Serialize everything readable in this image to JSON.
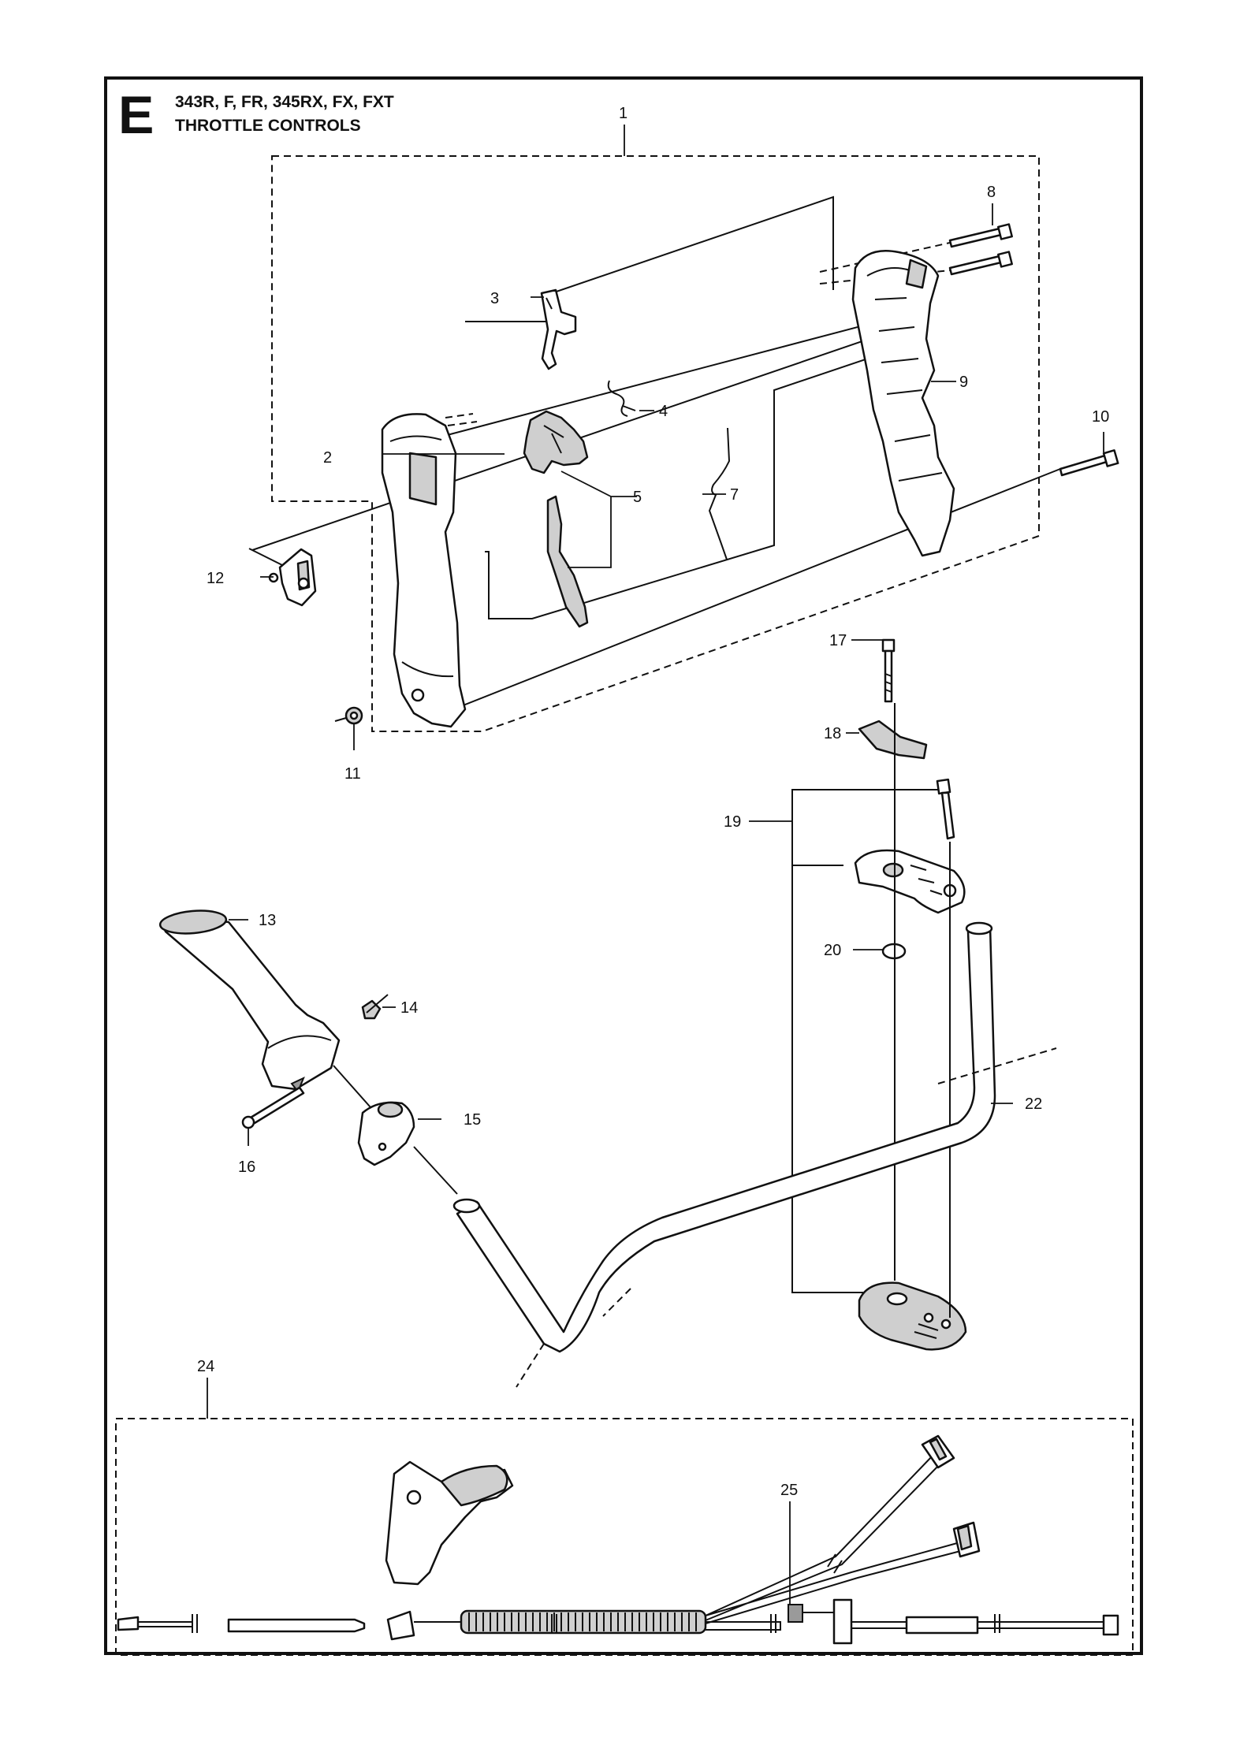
{
  "header": {
    "section_letter": "E",
    "models": "343R, F, FR, 345RX, FX, FXT",
    "title": "THROTTLE CONTROLS"
  },
  "callouts": [
    {
      "id": "c1",
      "label": "1"
    },
    {
      "id": "c2",
      "label": "2"
    },
    {
      "id": "c3",
      "label": "3"
    },
    {
      "id": "c4",
      "label": "4"
    },
    {
      "id": "c5",
      "label": "5"
    },
    {
      "id": "c7",
      "label": "7"
    },
    {
      "id": "c8",
      "label": "8"
    },
    {
      "id": "c9",
      "label": "9"
    },
    {
      "id": "c10",
      "label": "10"
    },
    {
      "id": "c11",
      "label": "11"
    },
    {
      "id": "c12",
      "label": "12"
    },
    {
      "id": "c13",
      "label": "13"
    },
    {
      "id": "c14",
      "label": "14"
    },
    {
      "id": "c15",
      "label": "15"
    },
    {
      "id": "c16",
      "label": "16"
    },
    {
      "id": "c17",
      "label": "17"
    },
    {
      "id": "c18",
      "label": "18"
    },
    {
      "id": "c19",
      "label": "19"
    },
    {
      "id": "c20",
      "label": "20"
    },
    {
      "id": "c22",
      "label": "22"
    },
    {
      "id": "c24",
      "label": "24"
    },
    {
      "id": "c25",
      "label": "25"
    }
  ]
}
